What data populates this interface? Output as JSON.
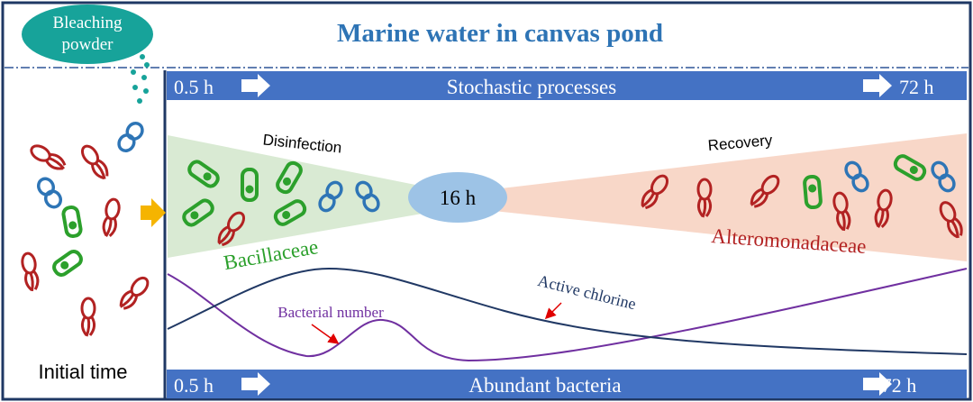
{
  "header": {
    "title": "Marine water in canvas pond",
    "bleach_line1": "Bleaching",
    "bleach_line2": "powder"
  },
  "left_panel": {
    "label": "Initial time"
  },
  "top_bar": {
    "start": "0.5 h",
    "label": "Stochastic processes",
    "end": "72 h"
  },
  "bottom_bar": {
    "start": "0.5 h",
    "label": "Abundant bacteria",
    "end": "72 h"
  },
  "phases": {
    "disinfection": "Disinfection",
    "recovery": "Recovery",
    "midpoint": "16 h"
  },
  "taxa": {
    "early": "Bacillaceae",
    "late": "Alteromonadaceae"
  },
  "curves": {
    "bacterial_number": "Bacterial number",
    "active_chlorine": "Active chlorine"
  },
  "colors": {
    "title_blue": "#2e74b5",
    "bar_blue": "#4472c4",
    "frame_navy": "#1f3864",
    "teal": "#17a39a",
    "green": "#2ca02c",
    "red": "#b22222",
    "blue_cell": "#2e75b6",
    "purple": "#7030a0",
    "navy_curve": "#203864",
    "wedge_green": "#d9ead3",
    "wedge_red": "#f8d7c8",
    "ellipse": "#9dc3e6",
    "arrow_orange": "#f5b400",
    "pointer_red": "#e00000"
  },
  "icons": [
    "arrow-right-icon",
    "bacillus-icon",
    "coccus-pair-icon",
    "flagellated-bacterium-icon"
  ]
}
